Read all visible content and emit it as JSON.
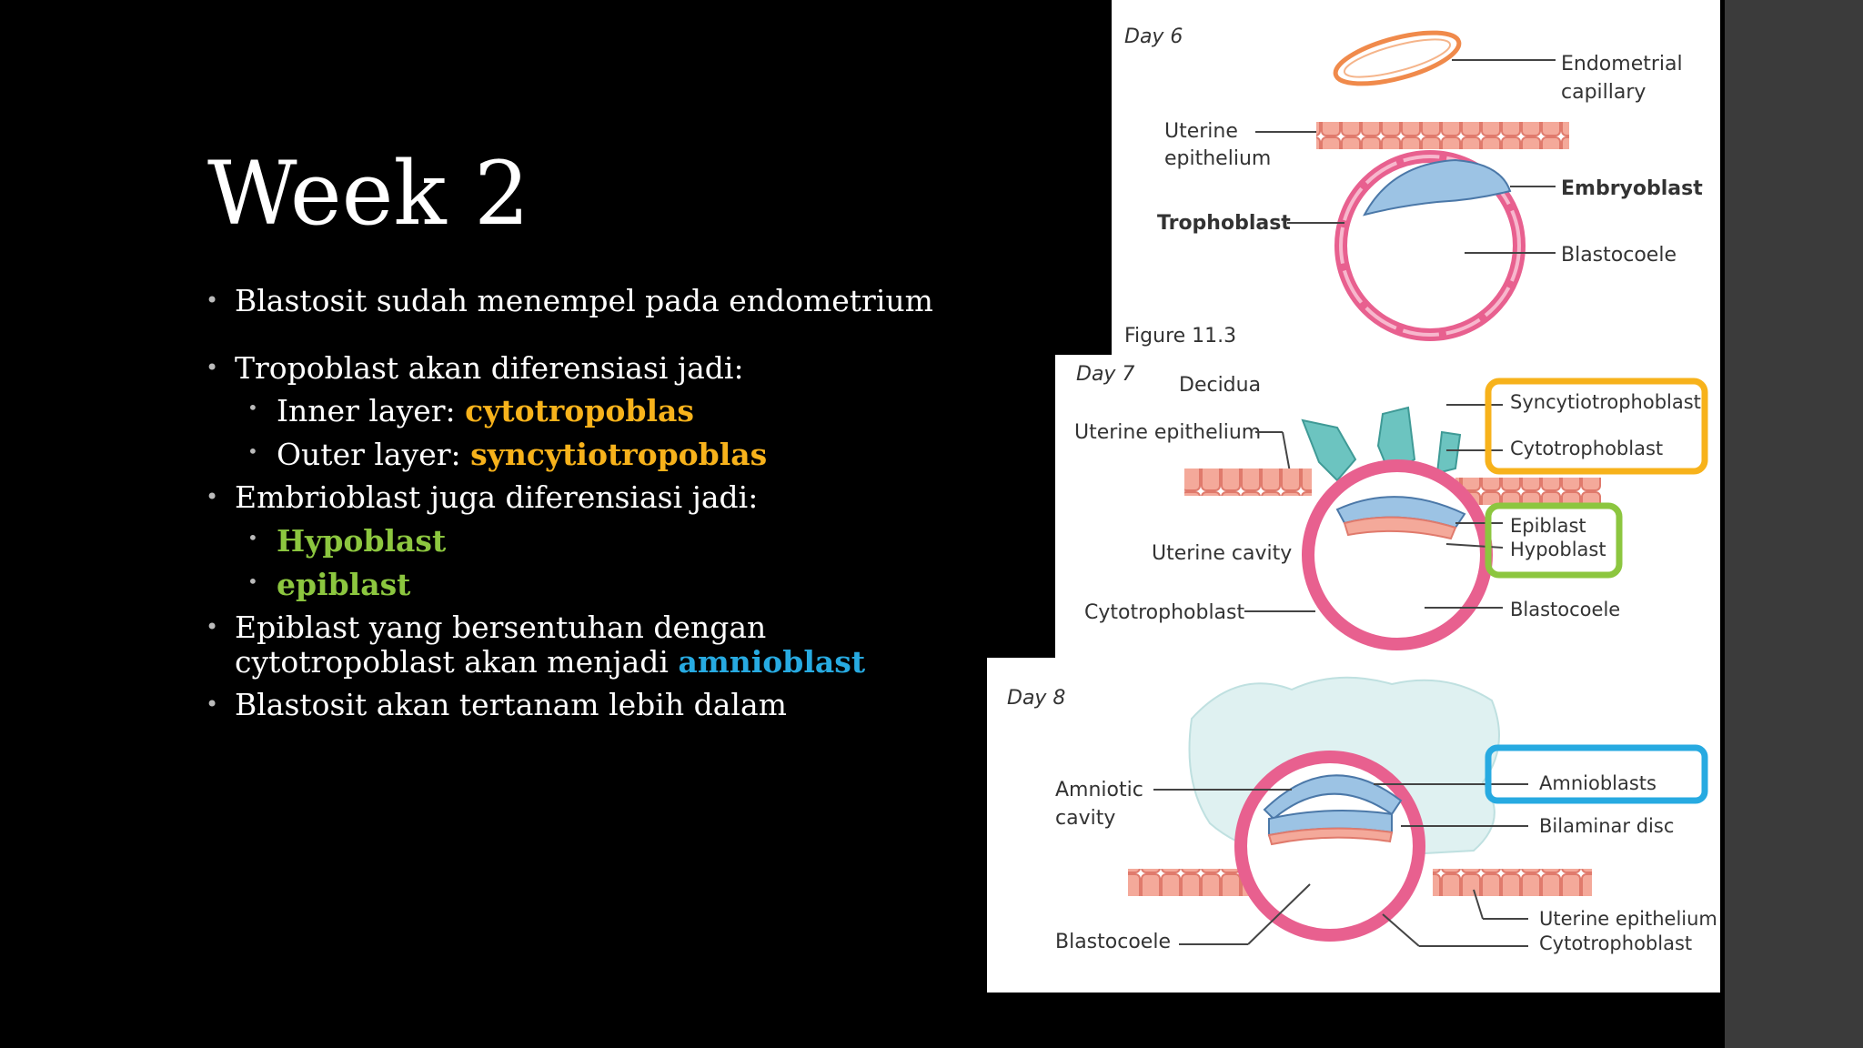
{
  "slide": {
    "title": "Week 2",
    "bullets": [
      {
        "text": "Blastosit sudah menempel pada endometrium"
      },
      {
        "text": "Tropoblast akan diferensiasi jadi:"
      },
      {
        "prefix": "Inner layer: ",
        "highlight": "cytotropoblas"
      },
      {
        "prefix": "Outer layer: ",
        "highlight": "syncytiotropoblas"
      },
      {
        "text": "Embrioblast juga diferensiasi jadi:"
      },
      {
        "highlight": "Hypoblast"
      },
      {
        "highlight": "epiblast"
      },
      {
        "prefix": "Epiblast yang bersentuhan dengan cytotropoblast akan menjadi ",
        "highlight": "amnioblast"
      },
      {
        "text": "Blastosit akan tertanam lebih dalam"
      }
    ]
  },
  "figure": {
    "day6": {
      "day_label": "Day 6",
      "caption": "Figure 11.3",
      "labels": {
        "endometrial_capillary_1": "Endometrial",
        "endometrial_capillary_2": "capillary",
        "uterine_epithelium_1": "Uterine",
        "uterine_epithelium_2": "epithelium",
        "embryoblast": "Embryoblast",
        "trophoblast": "Trophoblast",
        "blastocoele": "Blastocoele"
      }
    },
    "day7": {
      "day_label": "Day 7",
      "labels": {
        "decidua": "Decidua",
        "uterine_epithelium": "Uterine epithelium",
        "syncytiotrophoblast": "Syncytiotrophoblast",
        "cytotrophoblast": "Cytotrophoblast",
        "epiblast": "Epiblast",
        "hypoblast": "Hypoblast",
        "uterine_cavity": "Uterine cavity",
        "cytotrophoblast_left": "Cytotrophoblast",
        "blastocoele": "Blastocoele"
      }
    },
    "day8": {
      "day_label": "Day 8",
      "labels": {
        "amniotic_cavity_1": "Amniotic",
        "amniotic_cavity_2": "cavity",
        "amnioblasts": "Amnioblasts",
        "bilaminar_disc": "Bilaminar disc",
        "blastocoele": "Blastocoele",
        "uterine_epithelium": "Uterine epithelium",
        "cytotrophoblast": "Cytotrophoblast"
      }
    }
  },
  "colors": {
    "highlight_yellow": "#f7b21b",
    "highlight_green": "#8cc63f",
    "highlight_blue": "#27aae1",
    "trophoblast_pink": "#e8608f",
    "epithelium_salmon": "#f4a99a",
    "embryoblast_blue": "#9cc3e4",
    "decidua_teal": "#6cc4c0"
  }
}
